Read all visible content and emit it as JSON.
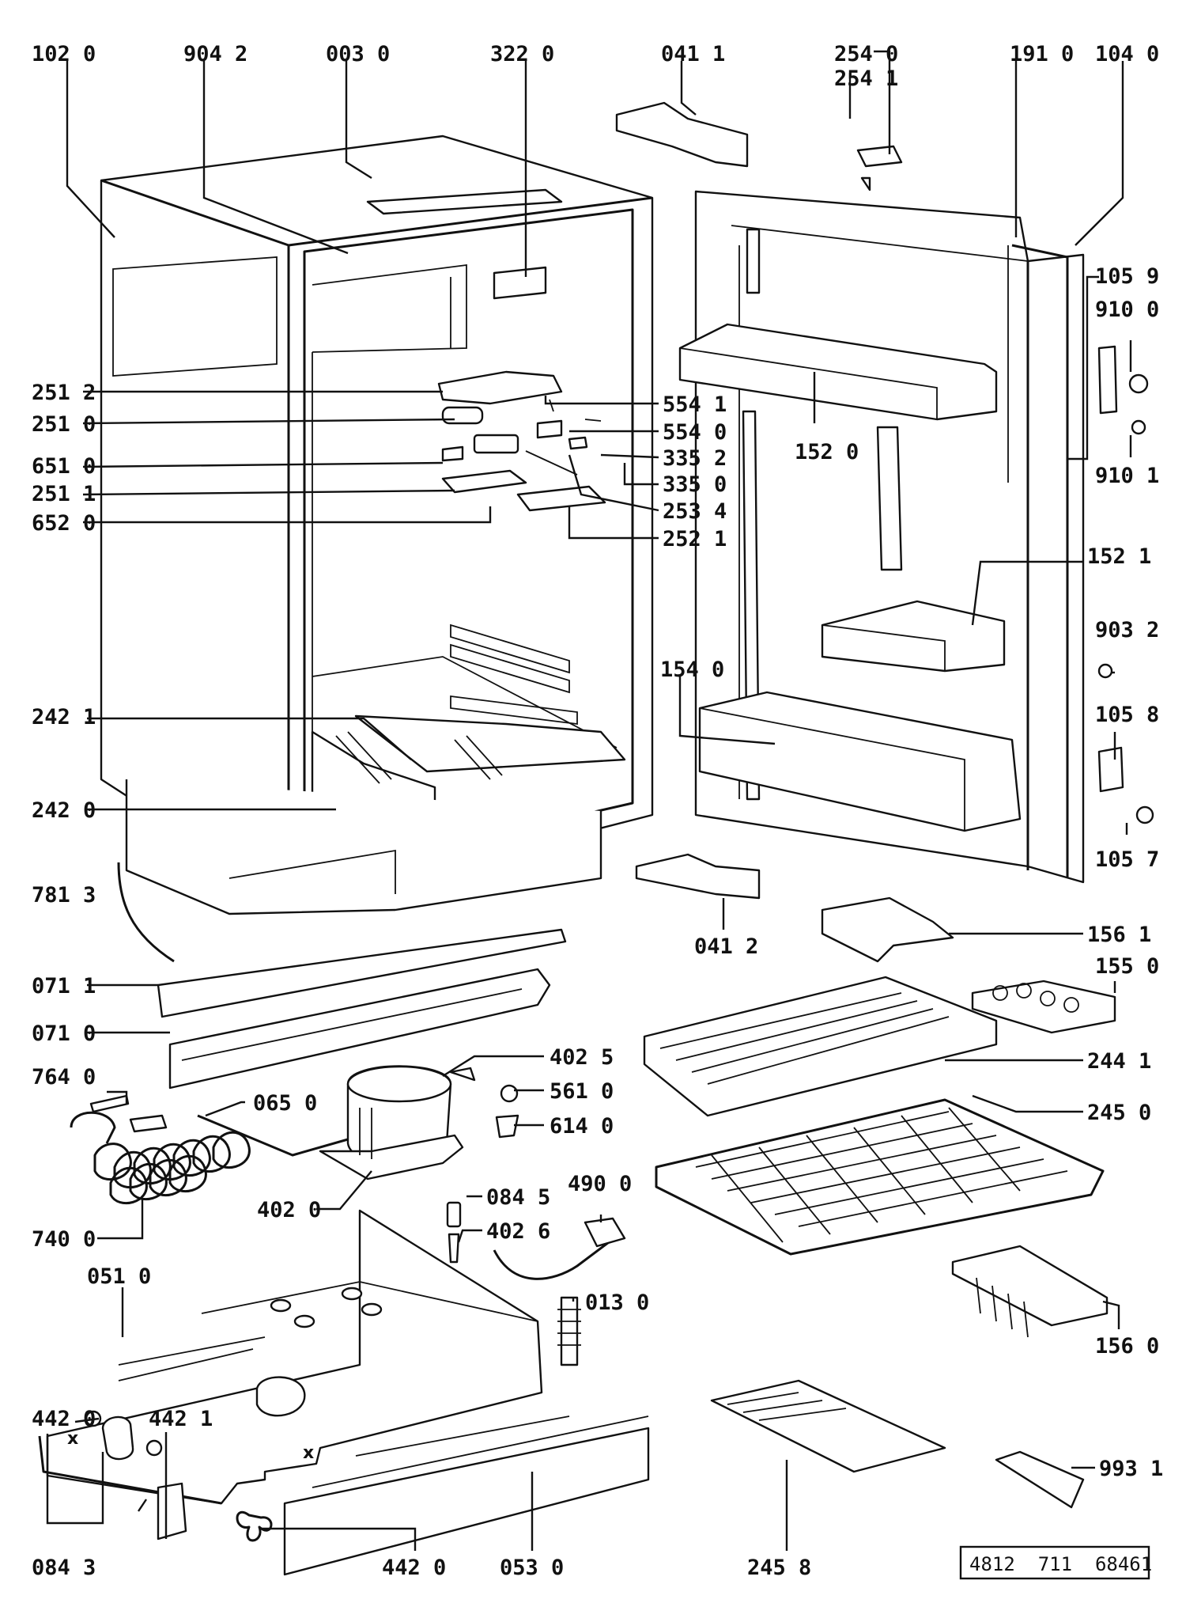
{
  "document_number": "4812  711  68461",
  "cross_marks": [
    "x",
    "x"
  ],
  "labels": {
    "l_102_0": "102 0",
    "l_904_2": "904 2",
    "l_003_0": "003 0",
    "l_322_0": "322 0",
    "l_041_1": "041 1",
    "l_254_0": "254 0",
    "l_254_1": "254 1",
    "l_191_0": "191 0",
    "l_104_0": "104 0",
    "l_105_9": "105 9",
    "l_910_0": "910 0",
    "l_910_1": "910 1",
    "l_251_2": "251 2",
    "l_251_0": "251 0",
    "l_651_0": "651 0",
    "l_251_1": "251 1",
    "l_652_0": "652 0",
    "l_554_1": "554 1",
    "l_554_0": "554 0",
    "l_335_2": "335 2",
    "l_335_0": "335 0",
    "l_253_4": "253 4",
    "l_252_1": "252 1",
    "l_152_0": "152 0",
    "l_152_1": "152 1",
    "l_903_2": "903 2",
    "l_105_8": "105 8",
    "l_105_7": "105 7",
    "l_154_0": "154 0",
    "l_242_1": "242 1",
    "l_242_0": "242 0",
    "l_781_3": "781 3",
    "l_041_2": "041 2",
    "l_156_1": "156 1",
    "l_155_0": "155 0",
    "l_071_1": "071 1",
    "l_071_0": "071 0",
    "l_244_1": "244 1",
    "l_402_5": "402 5",
    "l_764_0": "764 0",
    "l_065_0": "065 0",
    "l_561_0": "561 0",
    "l_614_0": "614 0",
    "l_245_0": "245 0",
    "l_490_0": "490 0",
    "l_084_5": "084 5",
    "l_402_0": "402 0",
    "l_402_6": "402 6",
    "l_740_0": "740 0",
    "l_051_0": "051 0",
    "l_013_0": "013 0",
    "l_156_0": "156 0",
    "l_442_0_top": "442 0",
    "l_442_1": "442 1",
    "l_084_3": "084 3",
    "l_442_0_bottom": "442 0",
    "l_053_0": "053 0",
    "l_245_8": "245 8",
    "l_993_1": "993 1"
  }
}
